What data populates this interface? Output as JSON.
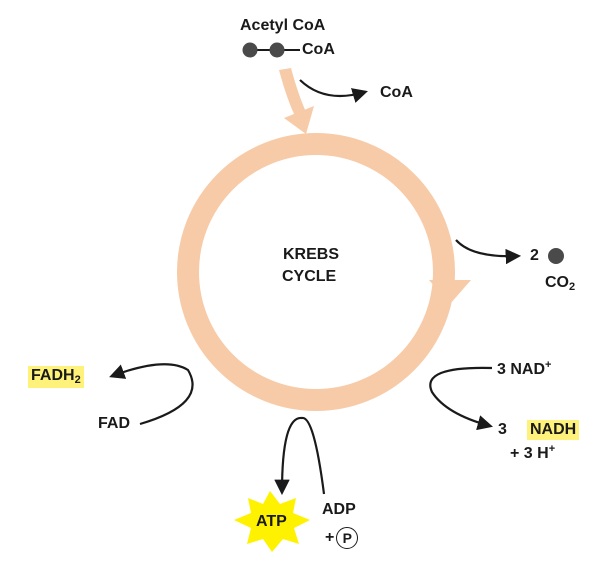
{
  "diagram": {
    "acetyl_coa": "Acetyl CoA",
    "acetyl_coa_suffix": "CoA",
    "coa_released": "CoA",
    "krebs_line1": "KREBS",
    "krebs_line2": "CYCLE",
    "co2_count": "2",
    "co2_main": "CO",
    "co2_sub": "2",
    "nad_in": "3 NAD",
    "nad_in_sup": "+",
    "nadh_coef": "3",
    "nadh": "NADH",
    "h_plus": "+ 3 H",
    "h_plus_sup": "+",
    "fadh2_main": "FADH",
    "fadh2_sub": "2",
    "fad": "FAD",
    "atp": "ATP",
    "adp": "ADP",
    "plus": "+",
    "phosphate": "P"
  },
  "colors": {
    "cycle_ring": "#f7cba8",
    "highlight": "#fff27a",
    "atp_star": "#fff200",
    "molecule_ball": "#4a4a4a",
    "arrow": "#1a1a1a"
  }
}
